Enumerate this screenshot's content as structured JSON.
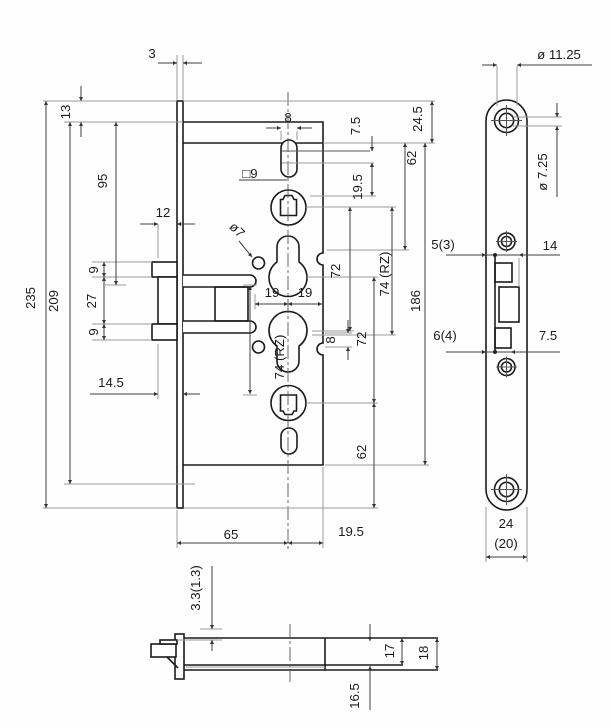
{
  "drawing": {
    "colors": {
      "object_line": "#1b1b1b",
      "dimension_line": "#3f3f3f",
      "extension_line": "#9a9a9a",
      "text": "#1b1b1b",
      "background": "#fefefe"
    }
  },
  "annotations": [
    {
      "id": "dim-3",
      "text": "3"
    },
    {
      "id": "dim-13",
      "text": "13"
    },
    {
      "id": "dim-95",
      "text": "95"
    },
    {
      "id": "dim-12",
      "text": "12"
    },
    {
      "id": "dim-9-upper",
      "text": "9"
    },
    {
      "id": "dim-27",
      "text": "27"
    },
    {
      "id": "dim-9-lower",
      "text": "9"
    },
    {
      "id": "dim-14-5",
      "text": "14.5"
    },
    {
      "id": "dim-209",
      "text": "209"
    },
    {
      "id": "dim-235",
      "text": "235"
    },
    {
      "id": "dim-8-top",
      "text": "8"
    },
    {
      "id": "square-9",
      "text": "□9"
    },
    {
      "id": "dia-7",
      "text": "ø7"
    },
    {
      "id": "dim-19-left",
      "text": "19"
    },
    {
      "id": "dim-19-right",
      "text": "19"
    },
    {
      "id": "dim-72-upper",
      "text": "72"
    },
    {
      "id": "dim-74-rz-right",
      "text": "74 (RZ)"
    },
    {
      "id": "dim-8-lower",
      "text": "8"
    },
    {
      "id": "dim-72-lower",
      "text": "72"
    },
    {
      "id": "dim-74-rz-left",
      "text": "74 (RZ)"
    },
    {
      "id": "dim-7-5-top",
      "text": "7.5"
    },
    {
      "id": "dim-19-5-top",
      "text": "19.5"
    },
    {
      "id": "dim-62-top",
      "text": "62"
    },
    {
      "id": "dim-24-5",
      "text": "24.5"
    },
    {
      "id": "dim-186",
      "text": "186"
    },
    {
      "id": "dim-62-bottom",
      "text": "62"
    },
    {
      "id": "dim-65",
      "text": "65"
    },
    {
      "id": "dim-19-5-bottom",
      "text": "19.5"
    },
    {
      "id": "dia-11-25",
      "text": "ø 11.25"
    },
    {
      "id": "dia-7-25",
      "text": "ø 7.25"
    },
    {
      "id": "dim-5-3",
      "text": "5(3)"
    },
    {
      "id": "dim-14-right",
      "text": "14"
    },
    {
      "id": "dim-6-4",
      "text": "6(4)"
    },
    {
      "id": "dim-7-5-right",
      "text": "7.5"
    },
    {
      "id": "dim-24-plate",
      "text": "24"
    },
    {
      "id": "dim-20-plate",
      "text": "(20)"
    },
    {
      "id": "dim-3-3",
      "text": "3.3(1.3)"
    },
    {
      "id": "dim-16-5",
      "text": "16.5"
    },
    {
      "id": "dim-17",
      "text": "17"
    },
    {
      "id": "dim-18",
      "text": "18"
    }
  ]
}
